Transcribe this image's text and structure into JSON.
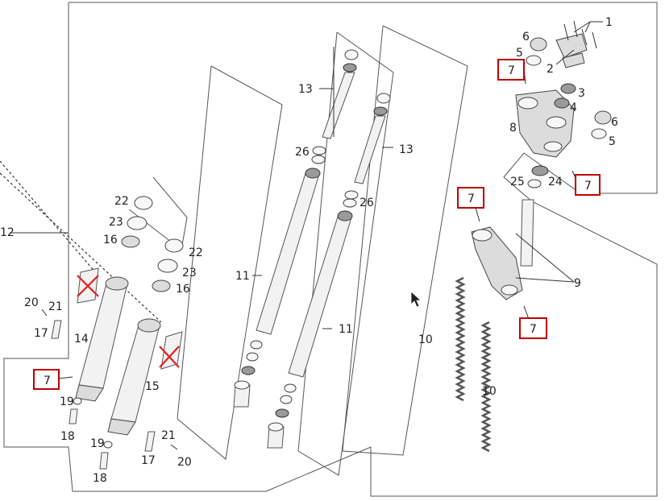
{
  "labels": {
    "l1": "1",
    "l2": "2",
    "l3": "3",
    "l4": "4",
    "l5a": "5",
    "l5b": "5",
    "l6a": "6",
    "l6b": "6",
    "l7a": "7",
    "l7b": "7",
    "l7c": "7",
    "l7d": "7",
    "l7e": "7",
    "l8": "8",
    "l9": "9",
    "l10a": "10",
    "l10b": "10",
    "l11a": "11",
    "l11b": "11",
    "l12": "12",
    "l13a": "13",
    "l13b": "13",
    "l14": "14",
    "l15": "15",
    "l16a": "16",
    "l16b": "16",
    "l17a": "17",
    "l17b": "17",
    "l18a": "18",
    "l18b": "18",
    "l19a": "19",
    "l19b": "19",
    "l20a": "20",
    "l20b": "20",
    "l21a": "21",
    "l21b": "21",
    "l22a": "22",
    "l22b": "22",
    "l23a": "23",
    "l23b": "23",
    "l24": "24",
    "l25": "25",
    "l26a": "26",
    "l26b": "26"
  },
  "colors": {
    "highlight": "#c00000",
    "cross": "#e02020",
    "outline": "#555555"
  }
}
